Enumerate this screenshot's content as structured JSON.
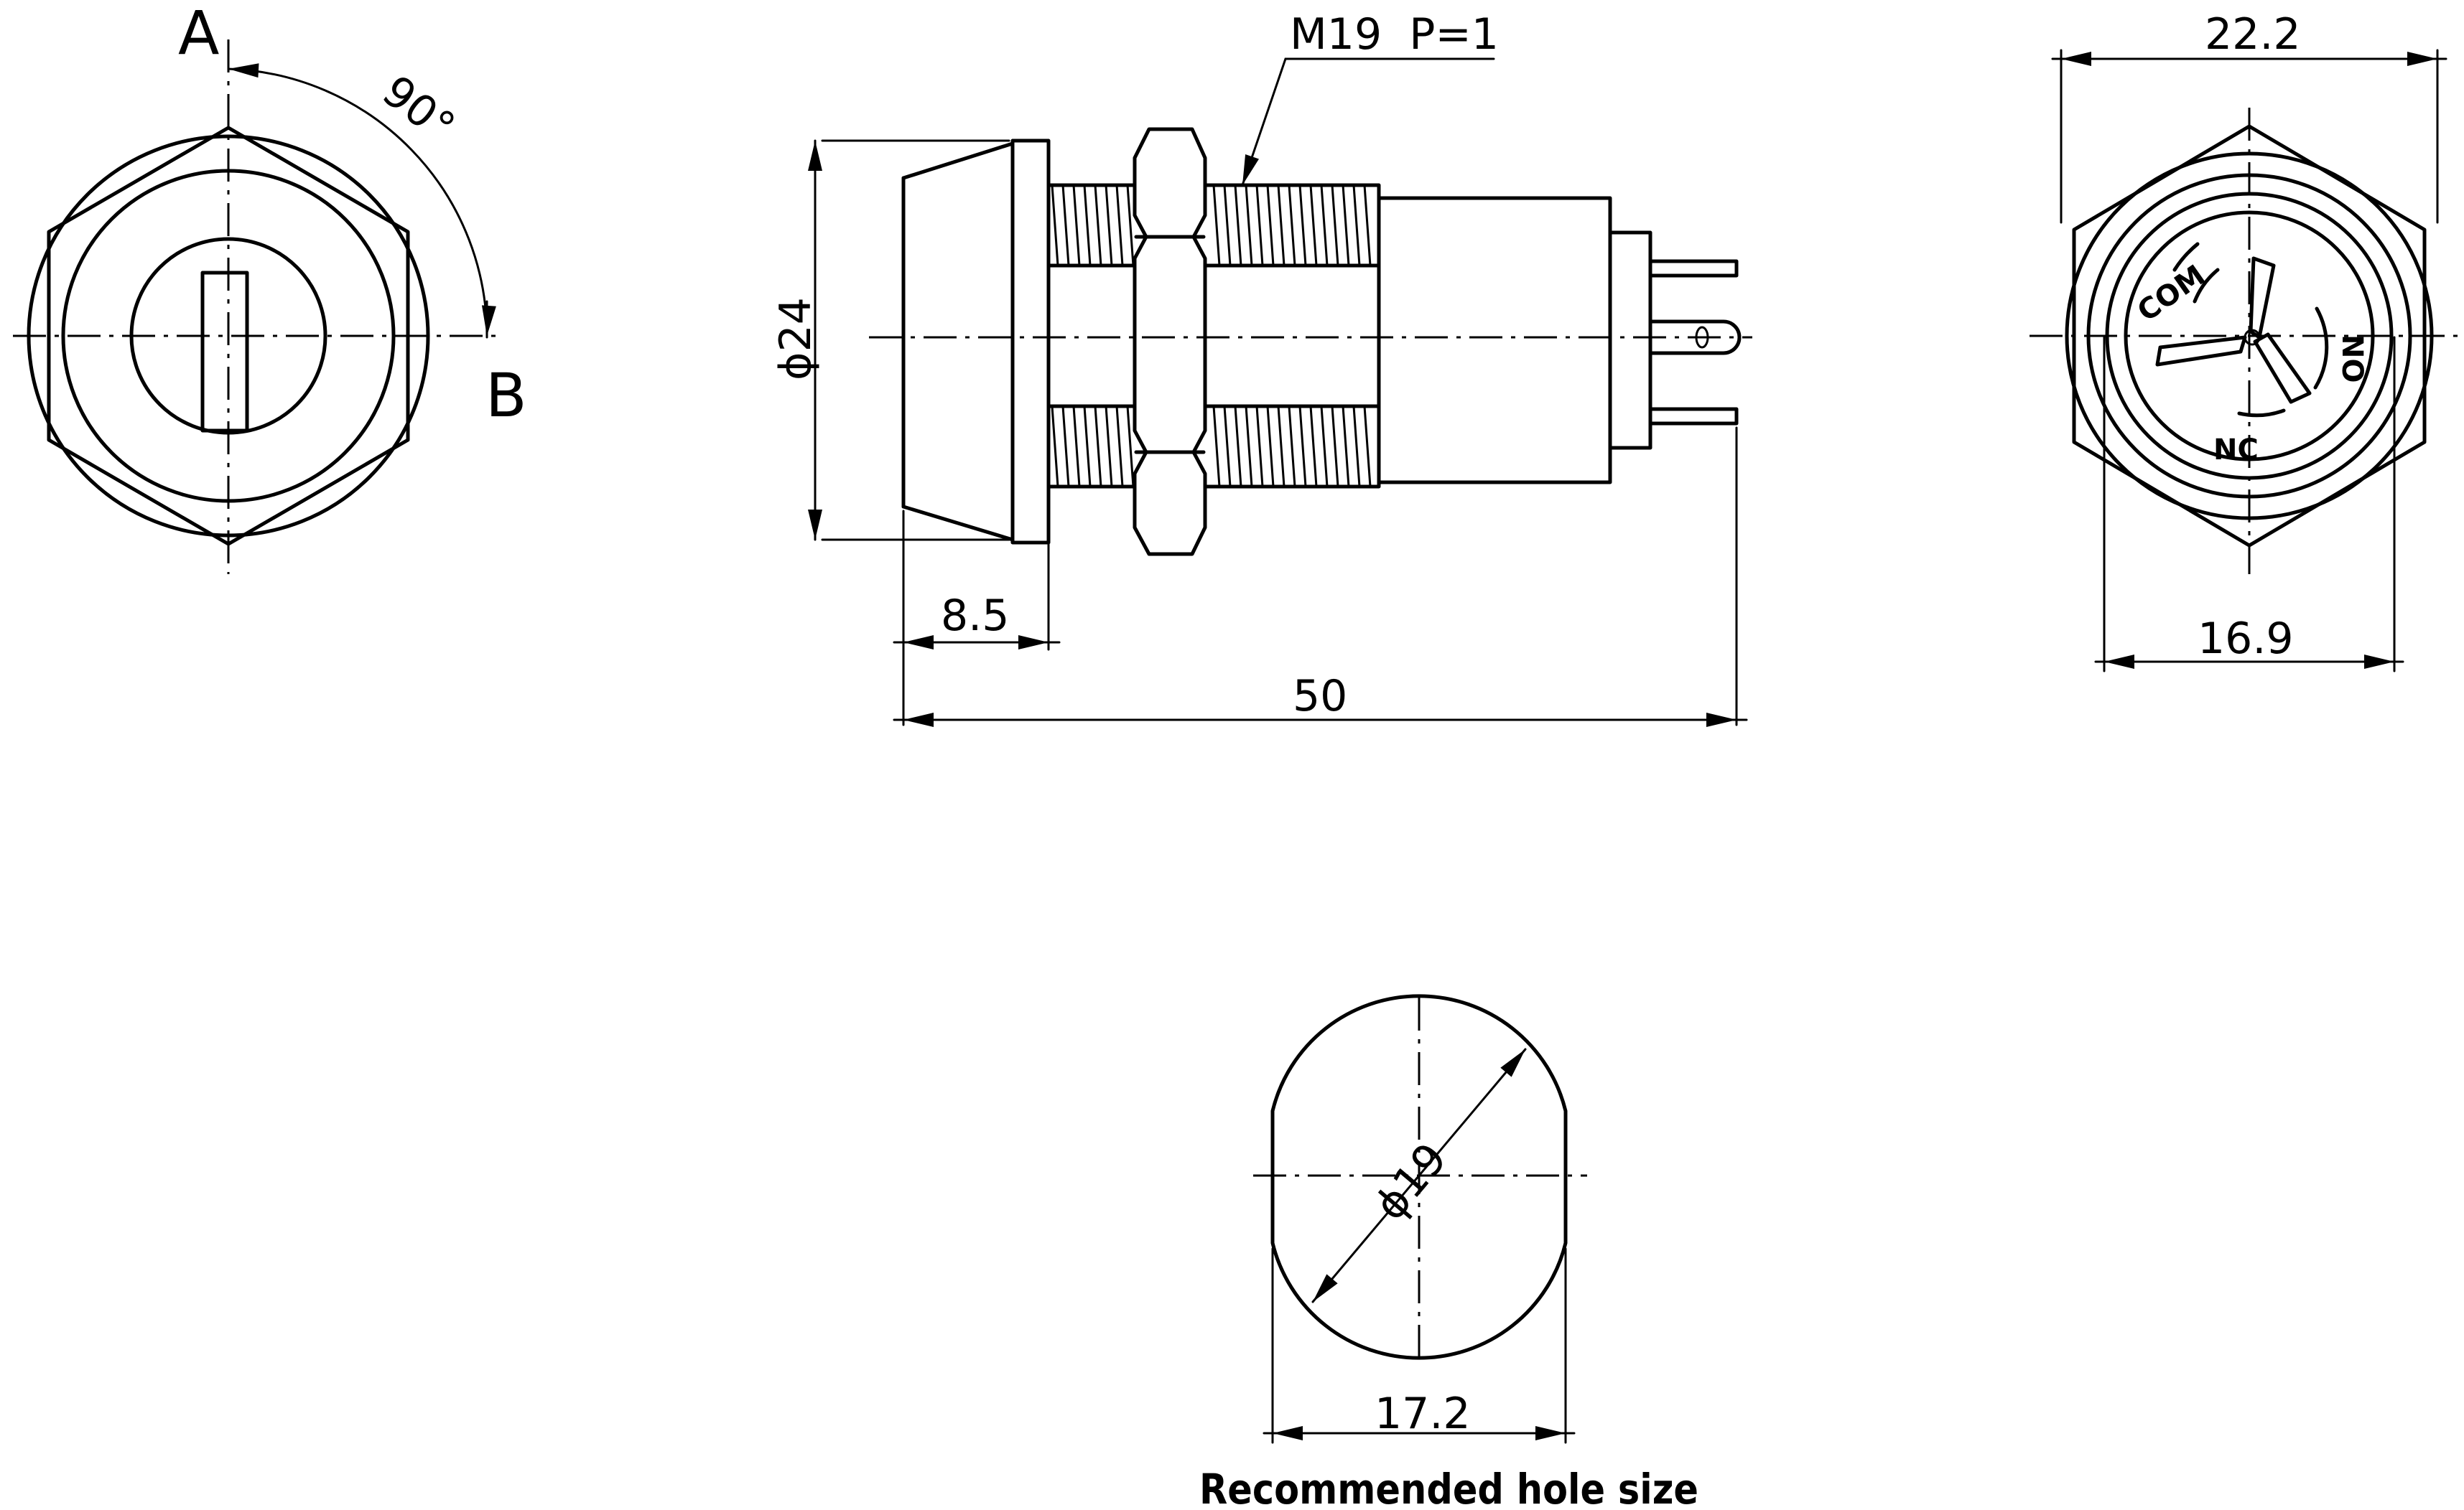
{
  "front_view": {
    "position_a": "A",
    "position_b": "B",
    "rotation_angle": "90°"
  },
  "side_view": {
    "thread_spec": "M19  P=1",
    "dia_body": "ϕ24",
    "dim_bezel": "8.5",
    "dim_length": "50"
  },
  "rear_view": {
    "dim_across_corners": "22.2",
    "dim_width": "16.9",
    "terminal_com": "COM",
    "terminal_no": "NO",
    "terminal_nc": "NC"
  },
  "hole_view": {
    "dia_hole": "ϕ19",
    "dim_flat": "17.2",
    "caption": "Recommended hole size"
  }
}
